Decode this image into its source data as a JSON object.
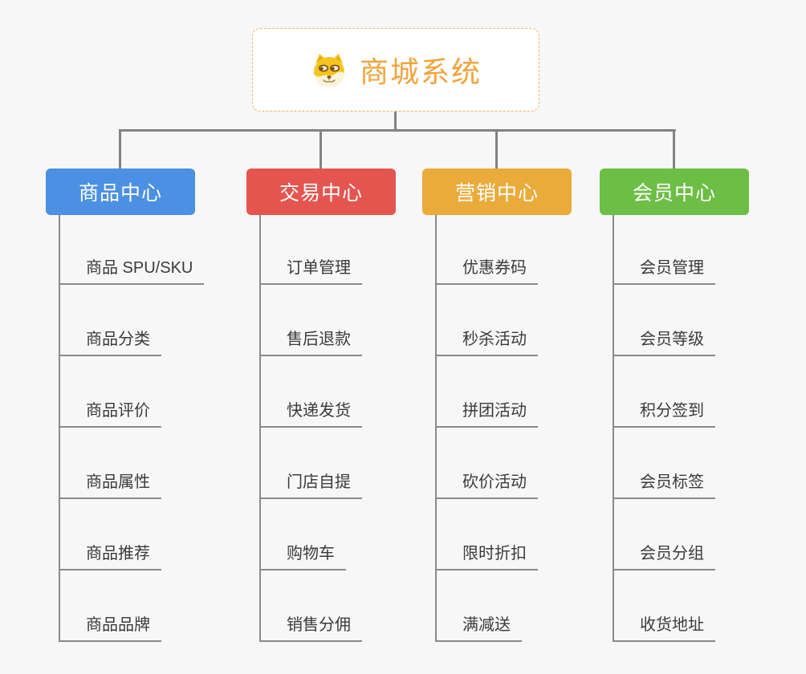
{
  "root": {
    "title": "商城系统",
    "icon": "doge-icon",
    "accent_color": "#f2a43c",
    "border_color": "#eeb763"
  },
  "connector_color": "#838383",
  "item_text_color": "#3a3a3a",
  "branches": [
    {
      "label": "商品中心",
      "color": "#4b90e2",
      "children": [
        "商品 SPU/SKU",
        "商品分类",
        "商品评价",
        "商品属性",
        "商品推荐",
        "商品品牌"
      ]
    },
    {
      "label": "交易中心",
      "color": "#e5554f",
      "children": [
        "订单管理",
        "售后退款",
        "快递发货",
        "门店自提",
        "购物车",
        "销售分佣"
      ]
    },
    {
      "label": "营销中心",
      "color": "#ebab3b",
      "children": [
        "优惠券码",
        "秒杀活动",
        "拼团活动",
        "砍价活动",
        "限时折扣",
        "满减送"
      ]
    },
    {
      "label": "会员中心",
      "color": "#6cbe45",
      "children": [
        "会员管理",
        "会员等级",
        "积分签到",
        "会员标签",
        "会员分组",
        "收货地址"
      ]
    }
  ]
}
